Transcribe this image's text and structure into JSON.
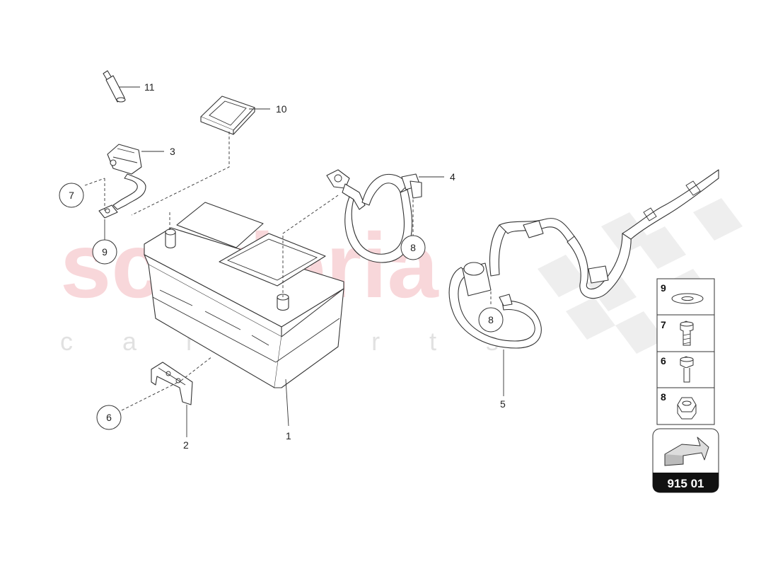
{
  "watermark": {
    "primary": "scuderia",
    "secondary": "c a r p a r t s",
    "primary_color": "#f4b8bd",
    "secondary_color": "#e2e2e2"
  },
  "parts": {
    "battery": "1",
    "battery_bracket": "2",
    "fuse_connector": "3",
    "positive_cable": "4",
    "main_cable": "5",
    "screw_6": "6",
    "screw_7": "7",
    "nut_8a": "8",
    "nut_8b": "8",
    "washer_9": "9",
    "cover_10": "10",
    "pin_11": "11"
  },
  "legend": [
    {
      "num": "9",
      "icon": "washer-icon"
    },
    {
      "num": "7",
      "icon": "bolt-icon"
    },
    {
      "num": "6",
      "icon": "screw-icon"
    },
    {
      "num": "8",
      "icon": "nut-icon"
    }
  ],
  "group_code": "915 01",
  "colors": {
    "code_bg": "#111111",
    "line": "#333333"
  }
}
